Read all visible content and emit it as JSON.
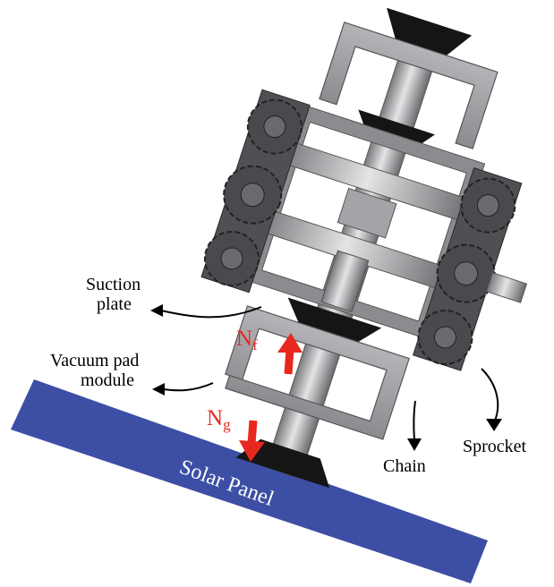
{
  "labels": {
    "suction_plate_line1": "Suction",
    "suction_plate_line2": "plate",
    "vacuum_pad_line1": "Vacuum pad",
    "vacuum_pad_line2": "module",
    "chain": "Chain",
    "sprocket": "Sprocket",
    "solar_panel": "Solar Panel"
  },
  "forces": {
    "nf_symbol": "N",
    "nf_subscript": "f",
    "ng_symbol": "N",
    "ng_subscript": "g"
  },
  "colors": {
    "panel": "#3c4fa4",
    "force": "#e8281e",
    "frame": "#9a9a9c",
    "frame_dark": "#6e6e72",
    "suction_cup": "#151515",
    "sprocket": "#4a4a4e"
  }
}
